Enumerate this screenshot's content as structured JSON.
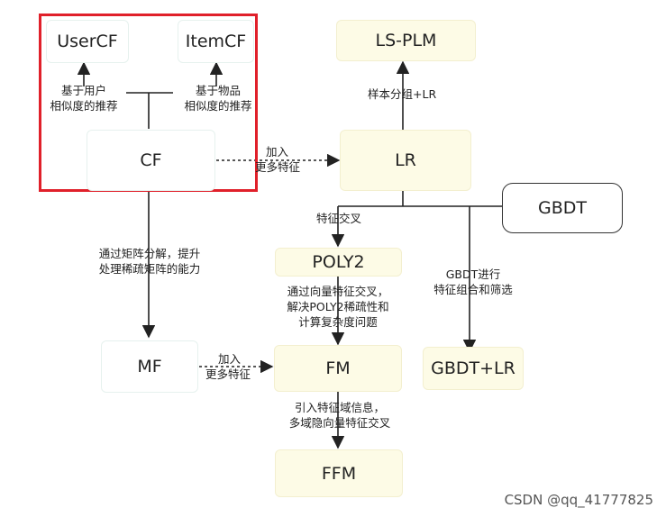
{
  "nodes": {
    "usercf": "UserCF",
    "itemcf": "ItemCF",
    "cf": "CF",
    "mf": "MF",
    "ls_plm": "LS-PLM",
    "lr": "LR",
    "gbdt": "GBDT",
    "poly2": "POLY2",
    "fm": "FM",
    "gbdt_lr": "GBDT+LR",
    "ffm": "FFM"
  },
  "labels": {
    "user_similarity": [
      "基于用户",
      "相似度的推荐"
    ],
    "item_similarity": [
      "基于物品",
      "相似度的推荐"
    ],
    "cf_to_lr": [
      "加入",
      "更多特征"
    ],
    "lr_to_lsplm": [
      "样本分组+LR"
    ],
    "feature_cross": [
      "特征交叉"
    ],
    "cf_to_mf": [
      "通过矩阵分解，提升",
      "处理稀疏矩阵的能力"
    ],
    "poly2_to_fm": [
      "通过向量特征交叉，",
      "解决POLY2稀疏性和",
      "计算复杂度问题"
    ],
    "gbdt_select": [
      "GBDT进行",
      "特征组合和筛选"
    ],
    "mf_to_fm": [
      "加入",
      "更多特征"
    ],
    "fm_to_ffm": [
      "引入特征域信息，",
      "多域隐向量特征交叉"
    ]
  },
  "watermark": "CSDN @qq_41777825",
  "colors": {
    "highlight_border": "#e0202a",
    "yellow_node": "#fdfbe6",
    "line": "#222222"
  }
}
